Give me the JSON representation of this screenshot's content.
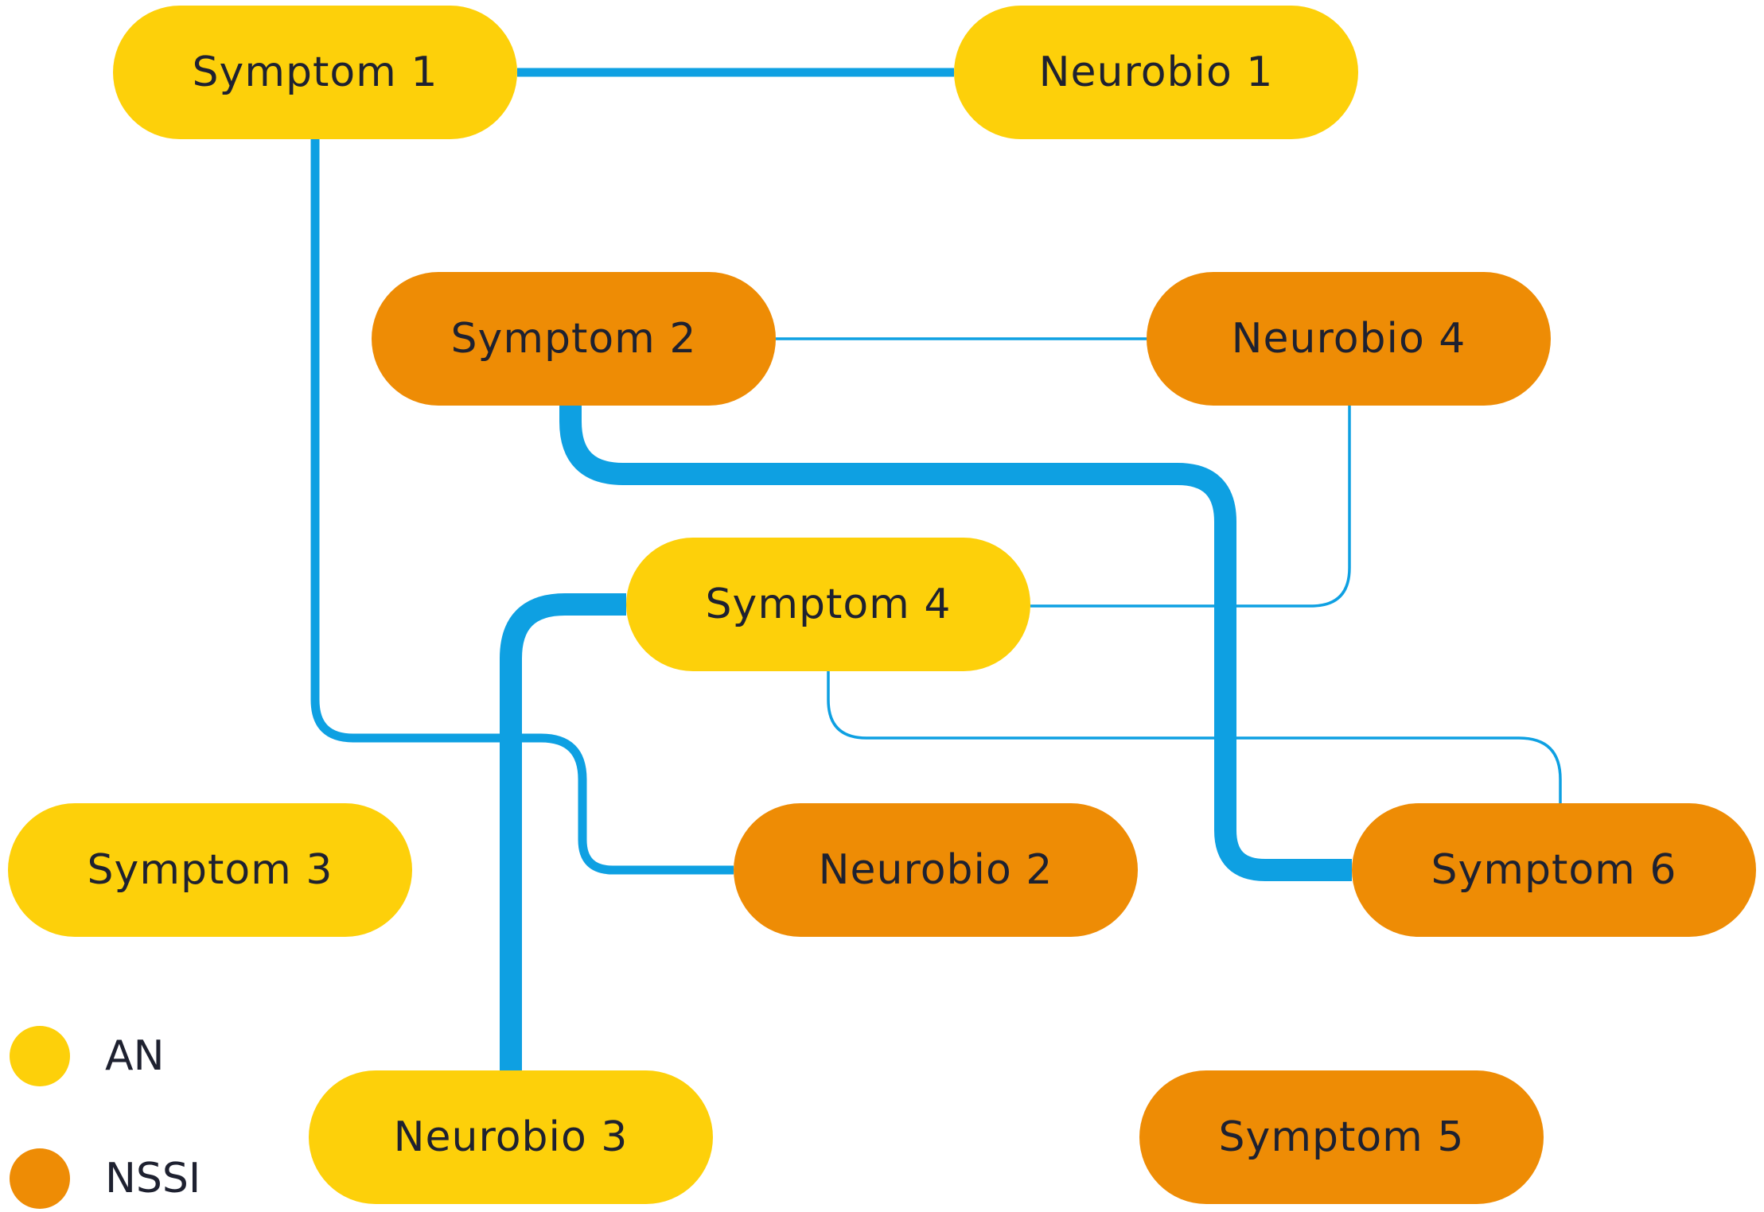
{
  "colors": {
    "AN": "#FDD00A",
    "NSSI": "#EE8C05",
    "edge": "#0EA0E2",
    "text": "#1E2130"
  },
  "nodes": [
    {
      "id": "symptom-1",
      "label": "Symptom 1",
      "group": "AN"
    },
    {
      "id": "neurobio-1",
      "label": "Neurobio 1",
      "group": "AN"
    },
    {
      "id": "symptom-2",
      "label": "Symptom 2",
      "group": "NSSI"
    },
    {
      "id": "neurobio-4",
      "label": "Neurobio 4",
      "group": "NSSI"
    },
    {
      "id": "symptom-4",
      "label": "Symptom 4",
      "group": "AN"
    },
    {
      "id": "symptom-3",
      "label": "Symptom 3",
      "group": "AN"
    },
    {
      "id": "neurobio-2",
      "label": "Neurobio 2",
      "group": "NSSI"
    },
    {
      "id": "symptom-6",
      "label": "Symptom 6",
      "group": "NSSI"
    },
    {
      "id": "neurobio-3",
      "label": "Neurobio 3",
      "group": "AN"
    },
    {
      "id": "symptom-5",
      "label": "Symptom 5",
      "group": "NSSI"
    }
  ],
  "edges": [
    {
      "from": "symptom-1",
      "to": "neurobio-1",
      "weight": "medium"
    },
    {
      "from": "symptom-1",
      "to": "neurobio-2",
      "weight": "medium"
    },
    {
      "from": "symptom-2",
      "to": "neurobio-4",
      "weight": "thin"
    },
    {
      "from": "symptom-2",
      "to": "symptom-6",
      "weight": "thick"
    },
    {
      "from": "symptom-4",
      "to": "neurobio-4",
      "weight": "thin"
    },
    {
      "from": "symptom-4",
      "to": "symptom-6",
      "weight": "thin"
    },
    {
      "from": "symptom-4",
      "to": "neurobio-3",
      "weight": "thick"
    }
  ],
  "legend": [
    {
      "group": "AN",
      "label": "AN"
    },
    {
      "group": "NSSI",
      "label": "NSSI"
    }
  ]
}
